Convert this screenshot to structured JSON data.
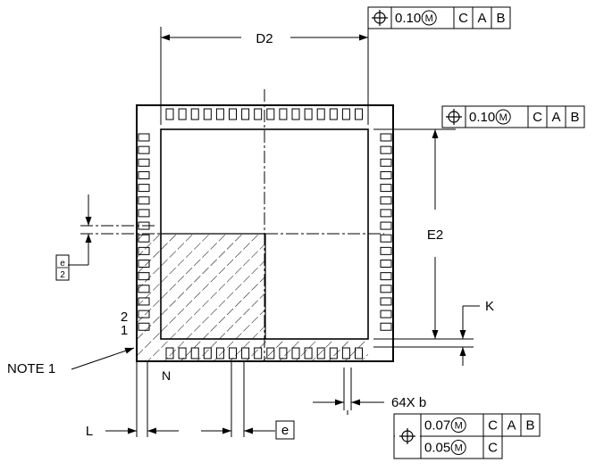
{
  "labels": {
    "d2": "D2",
    "e2": "E2",
    "k": "K",
    "note1": "NOTE 1",
    "n": "N",
    "pin2": "2",
    "pin1": "1",
    "l": "L",
    "e": "e",
    "e_half_num": "e",
    "e_half_den": "2",
    "count_b": "64X b"
  },
  "fcf_top": {
    "symbol": "position",
    "tolerance": "0.10",
    "modifier": "M",
    "datums": [
      "C",
      "A",
      "B"
    ]
  },
  "fcf_right": {
    "symbol": "position",
    "tolerance": "0.10",
    "modifier": "M",
    "datums": [
      "C",
      "A",
      "B"
    ]
  },
  "fcf_bottom": {
    "symbol": "position",
    "rows": [
      {
        "tolerance": "0.07",
        "modifier": "M",
        "datums": [
          "C",
          "A",
          "B"
        ]
      },
      {
        "tolerance": "0.05",
        "modifier": "M",
        "datums": [
          "C"
        ]
      }
    ]
  }
}
